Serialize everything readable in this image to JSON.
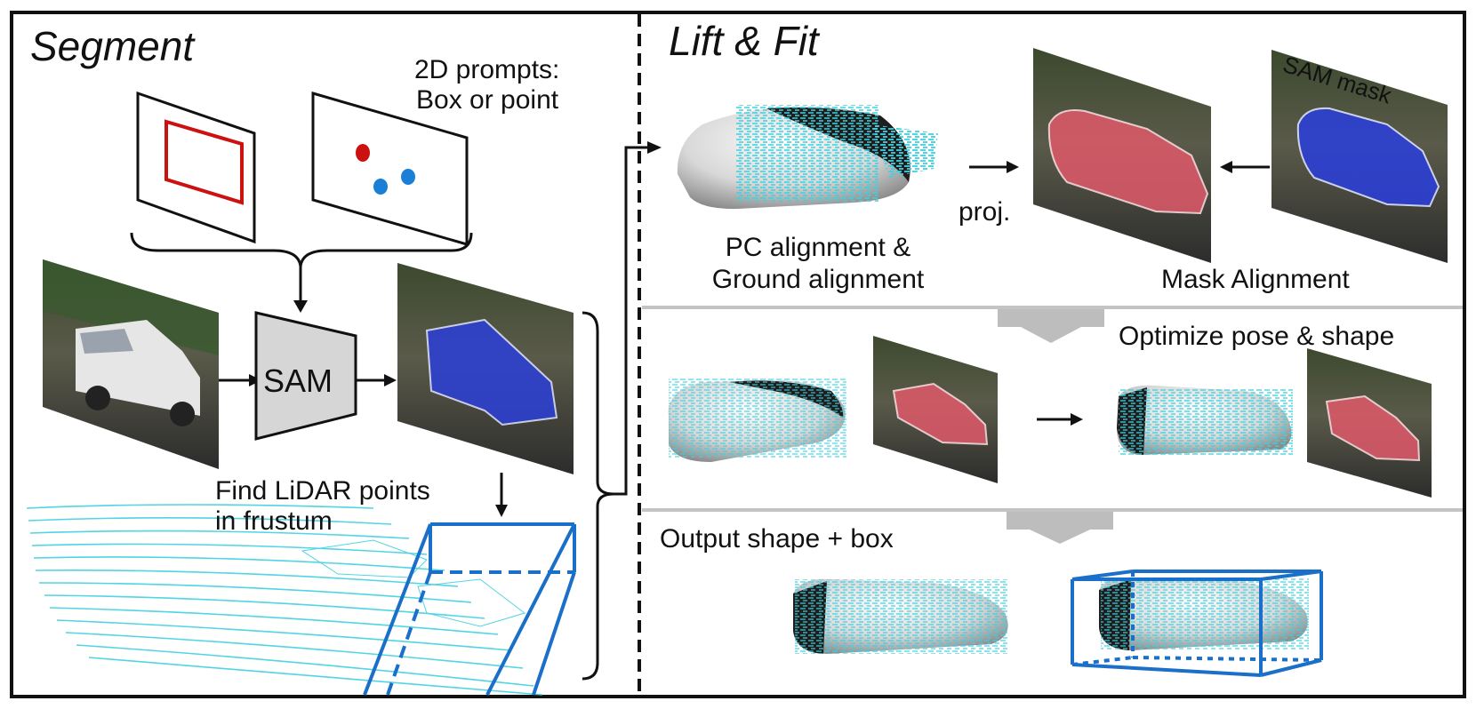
{
  "segment": {
    "title": "Segment",
    "prompts_label_line1": "2D prompts:",
    "prompts_label_line2": "Box or point",
    "model_label": "SAM",
    "lidar_label_line1": "Find LiDAR points",
    "lidar_label_line2": "in frustum"
  },
  "lift_fit": {
    "title": "Lift & Fit",
    "proj_label": "proj.",
    "pc_label_line1": "PC alignment &",
    "pc_label_line2": "Ground alignment",
    "sam_mask_label": "SAM mask",
    "mask_label": "Mask Alignment",
    "optimize_label": "Optimize pose & shape",
    "output_label": "Output shape + box"
  },
  "colors": {
    "border": "#111111",
    "prompt_red": "#cc1111",
    "prompt_blue": "#1a7fd6",
    "mask_blue": "#2b3fd8",
    "mask_red": "#e05a6a",
    "lidar_cyan": "#3fd0e0",
    "frustum_blue": "#1a6fc9",
    "sam_fill": "#d6d6d6",
    "divider_gray": "#c4c4c4"
  }
}
